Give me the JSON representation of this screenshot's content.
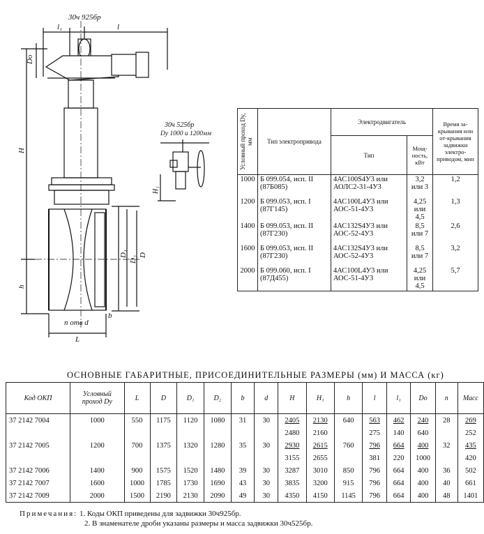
{
  "drawing": {
    "main_title": "30ч 925бр",
    "inset_title": "30ч 525бр",
    "inset_subtitle": "Dу 1000 и 1200мм",
    "labels": {
      "l1": "l₁",
      "l": "l",
      "Do": "Dо",
      "H": "H",
      "h": "h",
      "L": "L",
      "D": "D",
      "D1": "D₁",
      "D2": "D₂",
      "H1": "H₁",
      "b": "b",
      "holes": "n отв d"
    }
  },
  "motor_table": {
    "headers": {
      "dy": "Условный проход Dу, мм",
      "drive_type": "Тип электропривода",
      "motor": "Электродвигатель",
      "motor_type": "Тип",
      "power": "Мощ-ность, кВт",
      "time": "Время за-крывания или от-крывания задвижки электро-приводом, мин"
    },
    "rows": [
      {
        "dy": "1000",
        "drive": "Б 099.054, исп. II (87Б085)",
        "motor": "4АС100S4У3 или АОЛС2-31-4У3",
        "power": "3,2 или 3",
        "time": "1,2"
      },
      {
        "dy": "1200",
        "drive": "Б 099.053, исп. I (87Г145)",
        "motor": "4АС100L4У3 или АОС-51-4У3",
        "power": "4,25 или 4,5",
        "time": "1,3"
      },
      {
        "dy": "1400",
        "drive": "Б 099.053, исп. II (87Г230)",
        "motor": "4АС132S4У3 или АОС-52-4У3",
        "power": "8,5 или 7",
        "time": "2,6"
      },
      {
        "dy": "1600",
        "drive": "Б 099.053, исп. II (87Г230)",
        "motor": "4АС132S4У3 или АОС-52-4У3",
        "power": "8,5 или 7",
        "time": "3,2"
      },
      {
        "dy": "2000",
        "drive": "Б 099.060, исп. I (87Д455)",
        "motor": "4АС100L4У3 или АОС-51-4У3",
        "power": "4,25 или 4,5",
        "time": "5,7"
      }
    ]
  },
  "main_table": {
    "caption": "ОСНОВНЫЕ ГАБАРИТНЫЕ, ПРИСОЕДИНИТЕЛЬНЫЕ РАЗМЕРЫ (мм) И МАССА (кг)",
    "headers": [
      "Код ОКП",
      "Условный проход Dу",
      "L",
      "D",
      "D₁",
      "D₂",
      "b",
      "d",
      "H",
      "H₁",
      "h",
      "l",
      "l₁",
      "Dо",
      "n",
      "Масс"
    ],
    "rows": [
      {
        "code": "37 2142 7004",
        "dy": "1000",
        "L": "550",
        "D": "1175",
        "D1": "1120",
        "D2": "1080",
        "b": "31",
        "d": "30",
        "H": "2405",
        "H1": "2130",
        "h": "640",
        "l": "563",
        "l1": "462",
        "Do": "240",
        "n": "28",
        "m": "269"
      },
      {
        "code": "",
        "dy": "",
        "L": "",
        "D": "",
        "D1": "",
        "D2": "",
        "b": "",
        "d": "",
        "H": "2480",
        "H1": "2160",
        "h": "",
        "l": "275",
        "l1": "140",
        "Do": "640",
        "n": "",
        "m": "252"
      },
      {
        "code": "37 2142 7005",
        "dy": "1200",
        "L": "700",
        "D": "1375",
        "D1": "1320",
        "D2": "1280",
        "b": "35",
        "d": "30",
        "H": "2930",
        "H1": "2615",
        "h": "760",
        "l": "796",
        "l1": "664",
        "Do": "400",
        "n": "32",
        "m": "435"
      },
      {
        "code": "",
        "dy": "",
        "L": "",
        "D": "",
        "D1": "",
        "D2": "",
        "b": "",
        "d": "",
        "H": "3155",
        "H1": "2655",
        "h": "",
        "l": "381",
        "l1": "220",
        "Do": "1000",
        "n": "",
        "m": "420"
      },
      {
        "code": "37 2142 7006",
        "dy": "1400",
        "L": "900",
        "D": "1575",
        "D1": "1520",
        "D2": "1480",
        "b": "39",
        "d": "30",
        "H": "3287",
        "H1": "3010",
        "h": "850",
        "l": "796",
        "l1": "664",
        "Do": "400",
        "n": "36",
        "m": "502"
      },
      {
        "code": "37 2142 7007",
        "dy": "1600",
        "L": "1000",
        "D": "1785",
        "D1": "1730",
        "D2": "1690",
        "b": "43",
        "d": "30",
        "H": "3835",
        "H1": "3200",
        "h": "915",
        "l": "796",
        "l1": "664",
        "Do": "400",
        "n": "40",
        "m": "661"
      },
      {
        "code": "37 2142 7009",
        "dy": "2000",
        "L": "1500",
        "D": "2190",
        "D1": "2130",
        "D2": "2090",
        "b": "49",
        "d": "30",
        "H": "4350",
        "H1": "4150",
        "h": "1145",
        "l": "796",
        "l1": "664",
        "Do": "400",
        "n": "48",
        "m": "1401"
      }
    ]
  },
  "notes": {
    "label": "Примечания:",
    "n1": "1. Коды ОКП приведены для задвижки 30ч925бр.",
    "n2": "2. В знаменателе дроби указаны размеры и масса задвижки 30ч525бр."
  }
}
